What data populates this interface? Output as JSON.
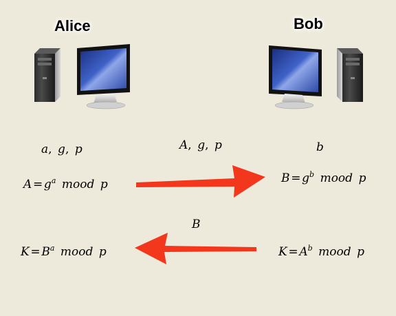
{
  "parties": {
    "alice": {
      "name": "Alice",
      "public_values": [
        "a",
        "g",
        "p"
      ],
      "public_key": {
        "lhs": "A",
        "base": "g",
        "exp": "a",
        "op": "mood",
        "mod": "p"
      },
      "shared_key": {
        "lhs": "K",
        "base": "B",
        "exp": "a",
        "op": "mood",
        "mod": "p"
      }
    },
    "bob": {
      "name": "Bob",
      "received_value": "b",
      "public_key": {
        "lhs": "B",
        "base": "g",
        "exp": "b",
        "op": "mood",
        "mod": "p"
      },
      "shared_key": {
        "lhs": "K",
        "base": "A",
        "exp": "b",
        "op": "mood",
        "mod": "p"
      }
    }
  },
  "channel": {
    "public_values": [
      "A",
      "g",
      "p"
    ],
    "return_value": "B"
  },
  "icons": {
    "alice_computer": "desktop-computer-icon",
    "bob_computer": "desktop-computer-icon",
    "arrow_to_bob": "arrow-right-icon",
    "arrow_to_alice": "arrow-left-icon"
  },
  "colors": {
    "background": "#eeeadb",
    "arrow": "#f2371c",
    "screen": "#2a4aa8"
  }
}
